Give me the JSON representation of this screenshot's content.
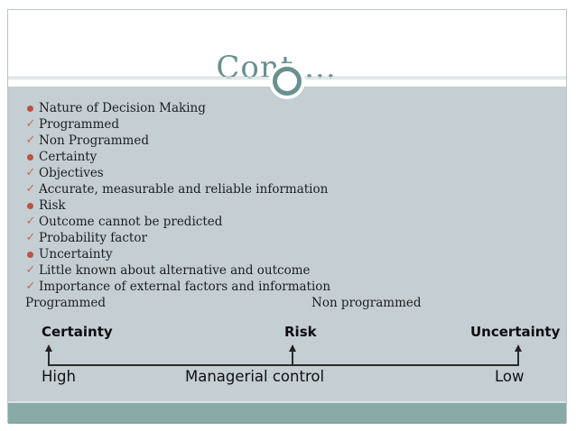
{
  "title": "Cont....",
  "list": {
    "items": [
      {
        "marker": "dot",
        "text": "Nature of Decision Making"
      },
      {
        "marker": "check",
        "text": "Programmed"
      },
      {
        "marker": "check",
        "text": "Non Programmed"
      },
      {
        "marker": "dot",
        "text": "Certainty"
      },
      {
        "marker": "check",
        "text": "Objectives"
      },
      {
        "marker": "check",
        "text": "Accurate, measurable and reliable information"
      },
      {
        "marker": "dot",
        "text": "Risk"
      },
      {
        "marker": "check",
        "text": "Outcome cannot be predicted"
      },
      {
        "marker": "check",
        "text": "Probability factor"
      },
      {
        "marker": "dot",
        "text": "Uncertainty"
      },
      {
        "marker": "check",
        "text": "Little known about alternative and outcome"
      },
      {
        "marker": "check",
        "text": "Importance of external factors and information"
      }
    ]
  },
  "programmed_row": {
    "left": "Programmed",
    "right": "Non programmed"
  },
  "scale_diagram": {
    "top_labels": {
      "left": "Certainty",
      "middle": "Risk",
      "right": "Uncertainty"
    },
    "bottom_labels": {
      "left": "High",
      "middle": "Managerial control",
      "right": "Low"
    }
  },
  "colors": {
    "accent_teal": "#6a9090",
    "content_bg": "#c4ced3",
    "band_teal": "#88a9a6",
    "bullet_red": "#bf5240",
    "check_red": "#c76a58",
    "text_dark": "#1e1e1e",
    "border_gray": "#b9c5c9"
  }
}
